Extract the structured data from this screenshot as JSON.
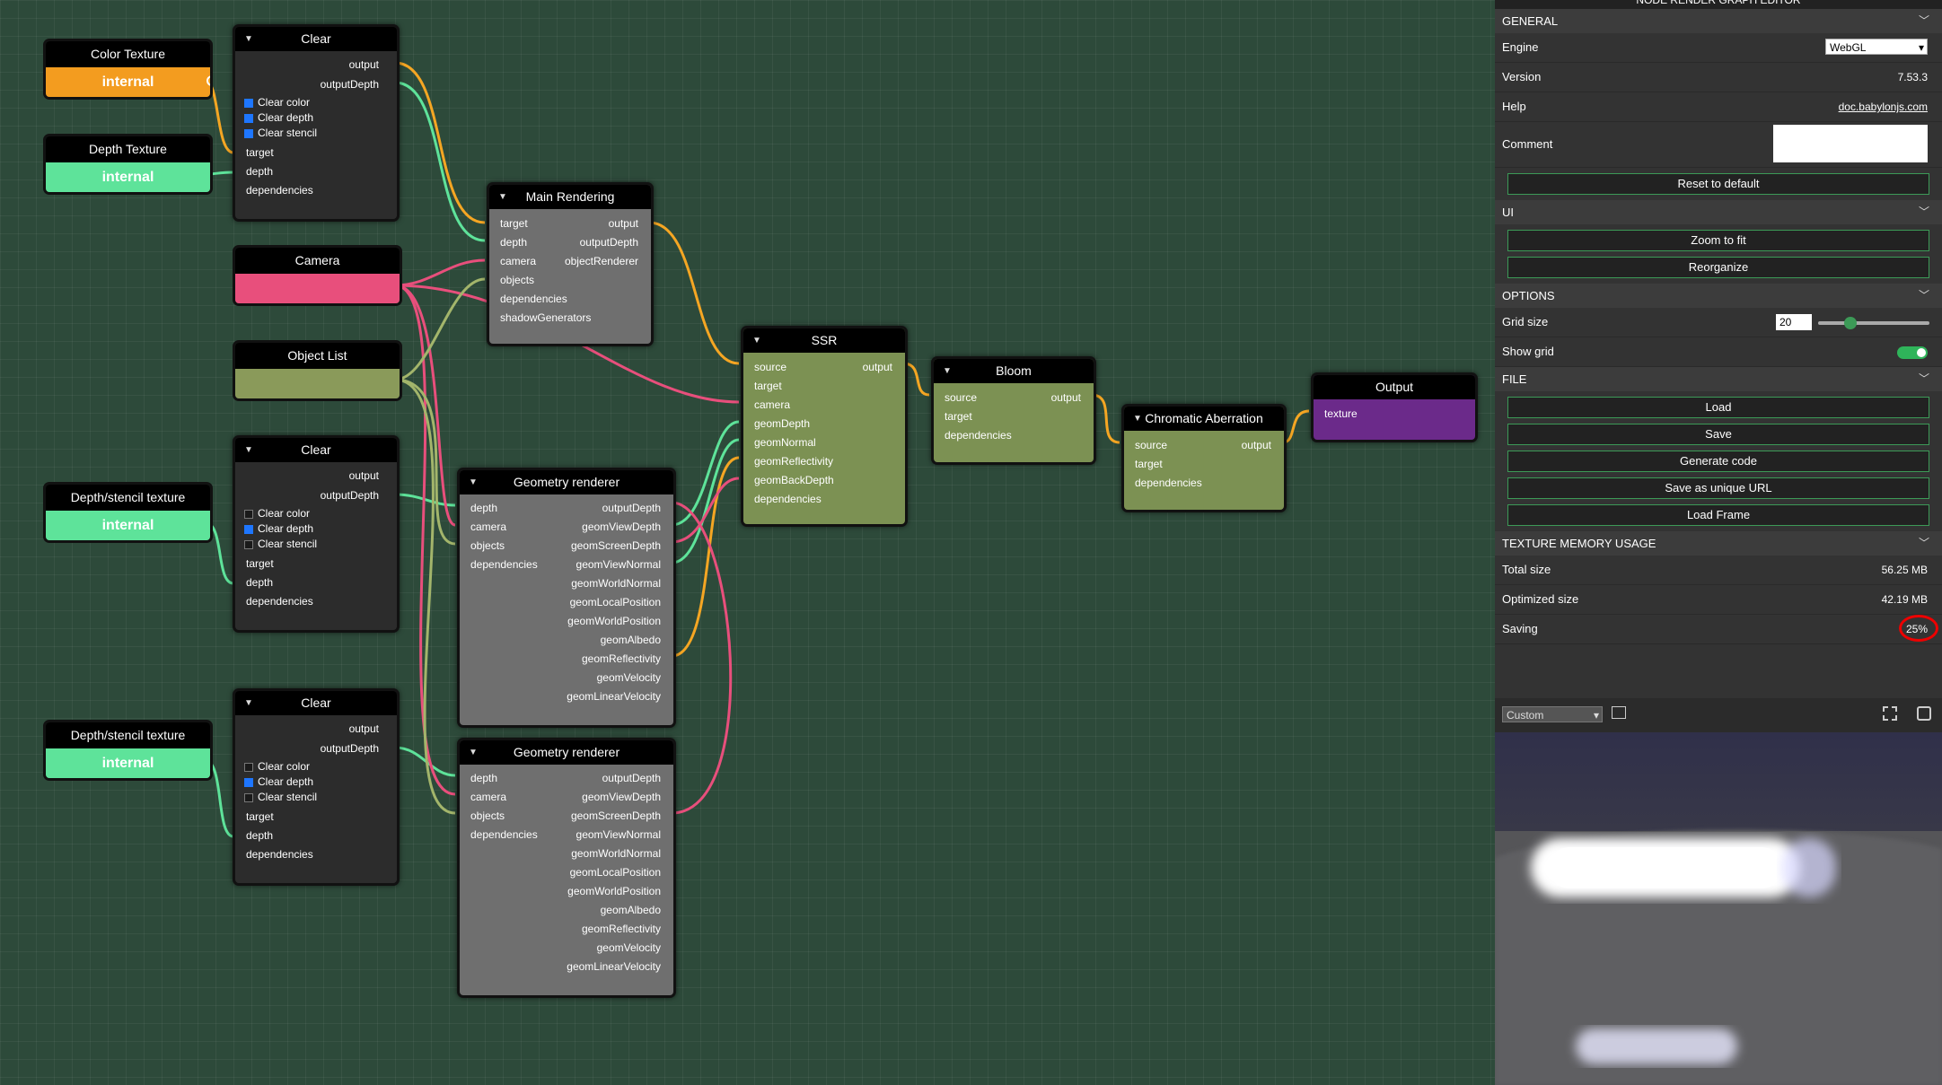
{
  "panel": {
    "title": "NODE RENDER GRAPH EDITOR",
    "general": {
      "header": "GENERAL",
      "engine_label": "Engine",
      "engine_value": "WebGL",
      "version_label": "Version",
      "version_value": "7.53.3",
      "help_label": "Help",
      "help_value": "doc.babylonjs.com",
      "comment_label": "Comment",
      "reset_label": "Reset to default"
    },
    "ui": {
      "header": "UI",
      "zoom_label": "Zoom to fit",
      "reorganize_label": "Reorganize"
    },
    "options": {
      "header": "OPTIONS",
      "grid_size_label": "Grid size",
      "grid_size_value": "20",
      "show_grid_label": "Show grid"
    },
    "file": {
      "header": "FILE",
      "load_label": "Load",
      "save_label": "Save",
      "generate_label": "Generate code",
      "unique_url_label": "Save as unique URL",
      "load_frame_label": "Load Frame"
    },
    "memory": {
      "header": "TEXTURE MEMORY USAGE",
      "total_label": "Total size",
      "total_value": "56.25 MB",
      "optimized_label": "Optimized size",
      "optimized_value": "42.19 MB",
      "saving_label": "Saving",
      "saving_value": "25%"
    },
    "preview": {
      "mode_value": "Custom"
    }
  },
  "nodes": {
    "color_texture": {
      "title": "Color Texture",
      "value": "internal"
    },
    "depth_texture": {
      "title": "Depth Texture",
      "value": "internal"
    },
    "camera": {
      "title": "Camera"
    },
    "object_list": {
      "title": "Object List"
    },
    "ds_texture_1": {
      "title": "Depth/stencil texture",
      "value": "internal"
    },
    "ds_texture_2": {
      "title": "Depth/stencil texture",
      "value": "internal"
    },
    "clear1": {
      "title": "Clear",
      "out1": "output",
      "out2": "outputDepth",
      "cb1": "Clear color",
      "cb2": "Clear depth",
      "cb3": "Clear stencil",
      "in1": "target",
      "in2": "depth",
      "in3": "dependencies"
    },
    "clear2": {
      "title": "Clear",
      "out1": "output",
      "out2": "outputDepth",
      "cb1": "Clear color",
      "cb2": "Clear depth",
      "cb3": "Clear stencil",
      "in1": "target",
      "in2": "depth",
      "in3": "dependencies"
    },
    "clear3": {
      "title": "Clear",
      "out1": "output",
      "out2": "outputDepth",
      "cb1": "Clear color",
      "cb2": "Clear depth",
      "cb3": "Clear stencil",
      "in1": "target",
      "in2": "depth",
      "in3": "dependencies"
    },
    "main_rendering": {
      "title": "Main Rendering",
      "in1": "target",
      "in2": "depth",
      "in3": "camera",
      "in4": "objects",
      "in5": "dependencies",
      "in6": "shadowGenerators",
      "out1": "output",
      "out2": "outputDepth",
      "out3": "objectRenderer"
    },
    "ssr": {
      "title": "SSR",
      "in1": "source",
      "in2": "target",
      "in3": "camera",
      "in4": "geomDepth",
      "in5": "geomNormal",
      "in6": "geomReflectivity",
      "in7": "geomBackDepth",
      "in8": "dependencies",
      "out1": "output"
    },
    "bloom": {
      "title": "Bloom",
      "in1": "source",
      "in2": "target",
      "in3": "dependencies",
      "out1": "output"
    },
    "chromatic": {
      "title": "Chromatic Aberration",
      "in1": "source",
      "in2": "target",
      "in3": "dependencies",
      "out1": "output"
    },
    "output": {
      "title": "Output",
      "in1": "texture"
    },
    "geo1": {
      "title": "Geometry renderer",
      "in1": "depth",
      "in2": "camera",
      "in3": "objects",
      "in4": "dependencies",
      "outs": [
        "outputDepth",
        "geomViewDepth",
        "geomScreenDepth",
        "geomViewNormal",
        "geomWorldNormal",
        "geomLocalPosition",
        "geomWorldPosition",
        "geomAlbedo",
        "geomReflectivity",
        "geomVelocity",
        "geomLinearVelocity"
      ]
    },
    "geo2": {
      "title": "Geometry renderer",
      "in1": "depth",
      "in2": "camera",
      "in3": "objects",
      "in4": "dependencies",
      "outs": [
        "outputDepth",
        "geomViewDepth",
        "geomScreenDepth",
        "geomViewNormal",
        "geomWorldNormal",
        "geomLocalPosition",
        "geomWorldPosition",
        "geomAlbedo",
        "geomReflectivity",
        "geomVelocity",
        "geomLinearVelocity"
      ]
    }
  },
  "colors": {
    "texture": "#f5a623",
    "depth": "#5ee39a",
    "camera": "#e84f7c",
    "objects": "#a3b56b",
    "generic": "#ffffff",
    "normal": "#ea7ad8",
    "objectRenderer": "#6b7bd6",
    "output_node": "#6b2a8a"
  }
}
